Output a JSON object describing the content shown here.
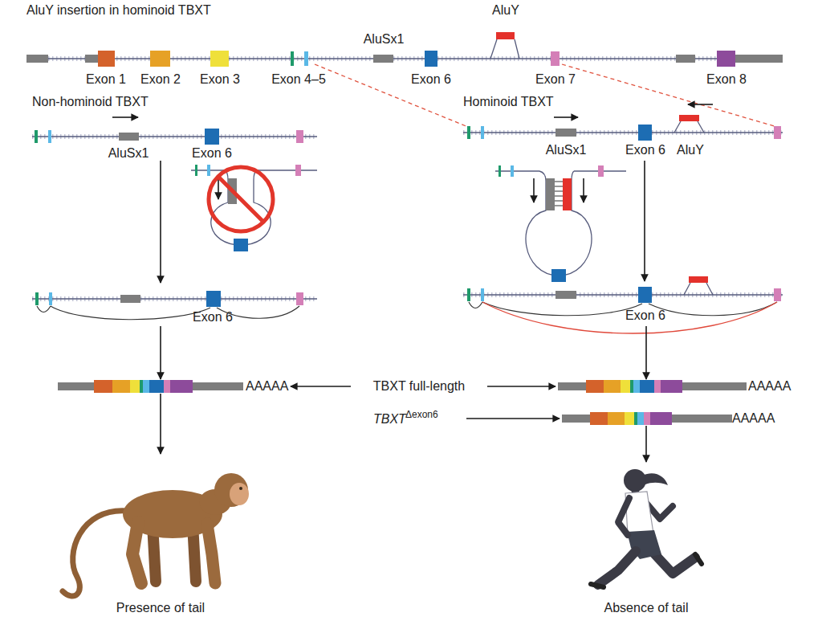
{
  "diagram": {
    "nodes": [
      {
        "text": [
          "AluY insertion in hominoid TBXT"
        ]
      },
      {
        "text": [
          "Non-hominoid TBXT"
        ]
      },
      {
        "text": [
          "Hominoid TBXT"
        ]
      },
      {
        "text": [
          "Exon 6"
        ]
      },
      {
        "text": [
          "Exon 6"
        ]
      },
      {
        "text": [
          "AAAAA"
        ]
      },
      {
        "text": [
          "TBXT full-length"
        ]
      },
      {
        "text": [
          "AAAAA"
        ]
      },
      {
        "text": [
          "TBXT",
          "Δexon6"
        ]
      },
      {
        "text": [
          "AAAAA"
        ]
      },
      {
        "text": [
          "Presence of tail"
        ]
      },
      {
        "text": [
          "Absence of tail"
        ]
      }
    ],
    "edges": [
      {
        "from": 1,
        "to": 3,
        "arrow": "to"
      },
      {
        "from": 2,
        "to": 4,
        "arrow": "to"
      },
      {
        "from": 3,
        "to": 5,
        "arrow": "to"
      },
      {
        "from": 4,
        "to": 7,
        "arrow": "to"
      },
      {
        "from": 6,
        "to": 5,
        "arrow": "to"
      },
      {
        "from": 6,
        "to": 7,
        "arrow": "to"
      },
      {
        "from": 8,
        "to": 9,
        "arrow": "to"
      },
      {
        "from": 5,
        "to": 10,
        "arrow": "to"
      },
      {
        "from": 9,
        "to": 11,
        "arrow": "to"
      }
    ],
    "labels": [
      "Exon 1",
      "Exon 2",
      "Exon 3",
      "Exon 4–5",
      "AluSx1",
      "Exon 6",
      "AluY",
      "Exon 7",
      "Exon 8",
      "AluSx1",
      "Exon 6",
      "AluSx1",
      "Exon 6",
      "AluY"
    ]
  }
}
